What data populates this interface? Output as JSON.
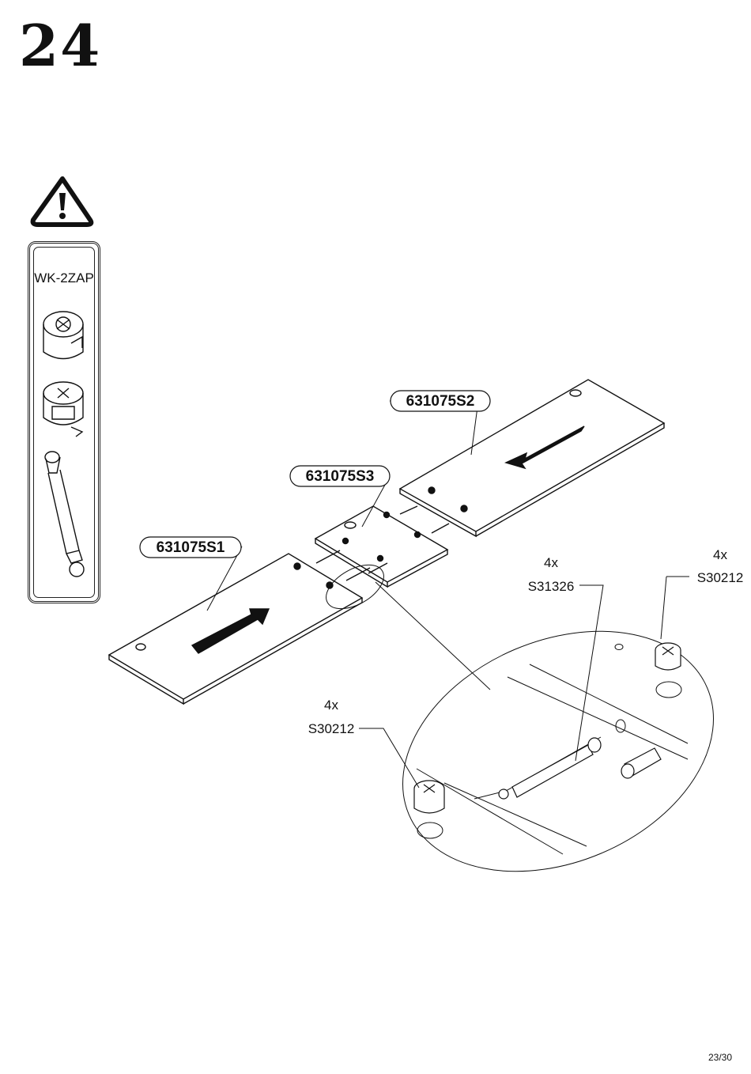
{
  "step": {
    "number": "24"
  },
  "tool": {
    "code": "WK-2ZAP",
    "icon": "warning-triangle-icon"
  },
  "parts": {
    "s1": "631075S1",
    "s2": "631075S2",
    "s3": "631075S3"
  },
  "hardware": {
    "dowel": {
      "qty": "4x",
      "code": "S31326"
    },
    "cam_right": {
      "qty": "4x",
      "code": "S30212"
    },
    "cam_left": {
      "qty": "4x",
      "code": "S30212"
    }
  },
  "footer": {
    "page": "23/30"
  }
}
